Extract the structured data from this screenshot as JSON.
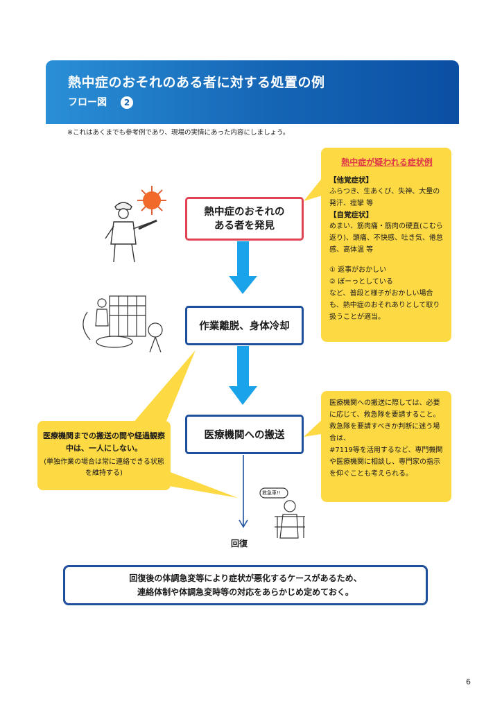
{
  "header": {
    "title": "熱中症のおそれのある者に対する処置の例",
    "subtitle": "フロー図",
    "subtitle_number": "2"
  },
  "note": "※これはあくまでも参考例であり、現場の実情にあった内容にしましょう。",
  "flow": {
    "step1": "熱中症のおそれの\nある者を発見",
    "step2": "作業離脱、身体冷却",
    "step3": "医療機関への搬送",
    "recovery": "回復"
  },
  "symptoms_callout": {
    "title": "熱中症が疑われる症状例",
    "other_heading": "【他覚症状】",
    "other_text": "ふらつき、生あくび、失神、大量の発汗、痙攣 等",
    "self_heading": "【自覚症状】",
    "self_text": "めまい、筋肉痛・筋肉の硬直(こむら返り)、頭痛、不快感、吐き気、倦怠感、高体温 等",
    "item1": "① 返事がおかしい",
    "item2": "② ぼーっとしている",
    "note": "など、普段と様子がおかしい場合も、熱中症のおそれありとして取り扱うことが適当。"
  },
  "transport_callout": {
    "text1": "医療機関への搬送に際しては、必要に応じて、救急隊を要請すること。",
    "text2": "救急隊を要請すべきか判断に迷う場合は、",
    "text3": "#7119等を活用するなど、専門機関や医療機関に相談し、専門家の指示を仰ぐことも考えられる。"
  },
  "left_callout": {
    "main": "医療機関までの搬送の間や経過観察中は、一人にしない。",
    "sub": "(単独作業の場合は常に連絡できる状態を維持する)"
  },
  "bottom_box": {
    "line1": "回復後の体調急変等により症状が悪化するケースがあるため、",
    "line2": "連絡体制や体調急変時等の対応をあらかじめ定めておく。"
  },
  "illustration_speech": "救急車!!",
  "page_number": "6",
  "colors": {
    "banner_blue": "#1565b5",
    "red_border": "#e04352",
    "navy_border": "#1d4f9c",
    "arrow_blue": "#1aa3e8",
    "callout_yellow": "#fdd944"
  }
}
